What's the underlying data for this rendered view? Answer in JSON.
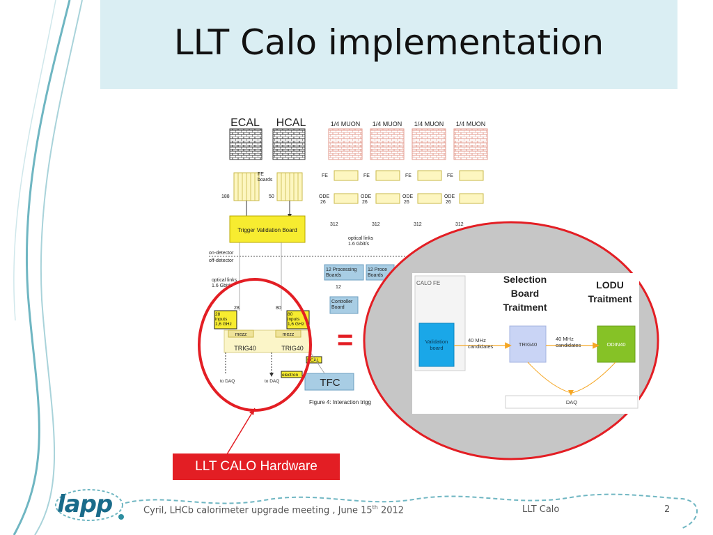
{
  "slide": {
    "title": "LLT Calo implementation",
    "callout": "LLT CALO Hardware",
    "equals": "="
  },
  "diagram": {
    "detectors": [
      "ECAL",
      "HCAL"
    ],
    "muons": [
      "1/4 MUON",
      "1/4 MUON",
      "1/4 MUON",
      "1/4 MUON"
    ],
    "fe_boards": "FE\nboards",
    "fe": "FE",
    "ode": "ODE\n26",
    "counts": {
      "ecal": "188",
      "hcal": "50",
      "muon": "312",
      "after_tvb_left": "28",
      "after_tvb_right": "80",
      "proc": "12"
    },
    "trigger_validation_board": "Trigger Validation Board",
    "on_detector": "on-detector",
    "off_detector": "off-detector",
    "optical_links_left": "optical links\n1.6 Gbit/s",
    "optical_links_mid": "optical links\n1.6 Gbit/s",
    "processing_boards": "12 Processing\nBoards",
    "processing_boards_2": "12 Proce\nBoards",
    "controller_board": "Controller\nBoard",
    "inputs_left": "28\ninputs\n1,6 GHz",
    "inputs_right": "80\ninputs\n1,6 GHz",
    "mezz": "mezz",
    "trig40": "TRIG40",
    "hcal_tag": "HCAL",
    "electron_tag": "electron",
    "to_daq": "to DAQ",
    "tfc": "TFC",
    "figure_caption": "Figure 4: Interaction trigg"
  },
  "inset": {
    "selection_board": "Selection\nBoard\nTraitment",
    "lodu": "LODU\nTraitment",
    "calo_fe": "CALO FE",
    "validation_board": "Validation\nboard",
    "rate_1": "40 MHz\ncandidates",
    "trig40": "TRIG40",
    "rate_2": "40 MHz\ncandidates",
    "odin40": "ODIN40",
    "daq": "DAQ"
  },
  "footer": {
    "text": "Cyril, LHCb calorimeter upgrade meeting , June 15th  2012",
    "center": "LLT Calo",
    "page": "2",
    "logo": "lapp"
  },
  "colors": {
    "title_bg": "#daeef3",
    "red": "#e31e24",
    "yellow": "#f7ec30",
    "blue_box": "#a8cde4",
    "teal": "#5aa9b5",
    "gray_ellipse": "#c6c6c6"
  }
}
